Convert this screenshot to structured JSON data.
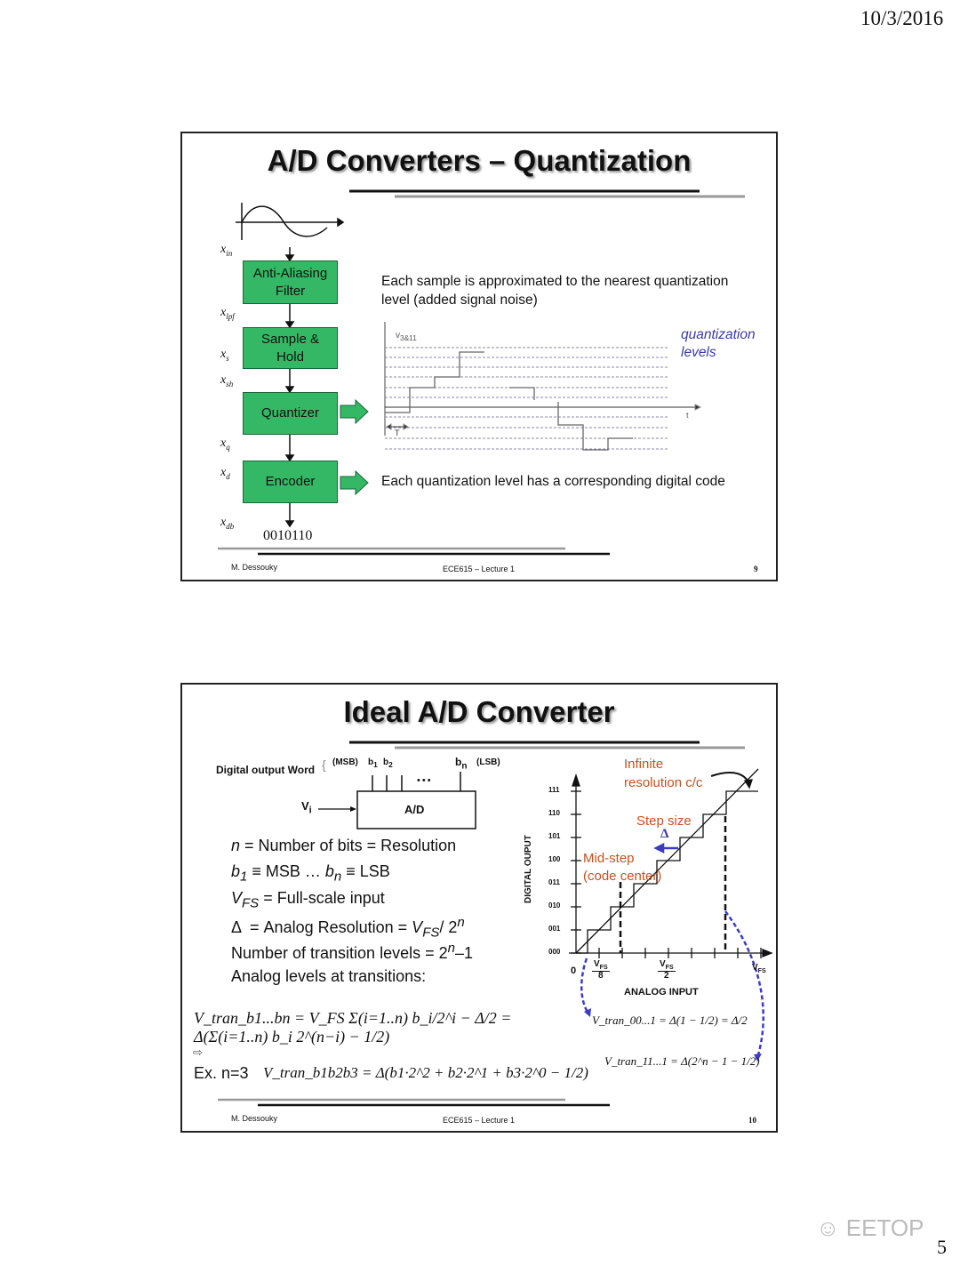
{
  "page": {
    "date": "10/3/2016",
    "page_number": "5",
    "watermark": "EETOP"
  },
  "slide1": {
    "title": "A/D Converters – Quantization",
    "blocks": [
      "Anti-Aliasing Filter",
      "Sample & Hold",
      "Quantizer",
      "Encoder"
    ],
    "signals": {
      "in": "in",
      "lpf": "lpf",
      "s": "s",
      "sh": "sh",
      "q": "q",
      "d": "d",
      "db": "db",
      "var": "x"
    },
    "text1_line1": "Each sample is approximated to the nearest quantization",
    "text1_line2": "level (added signal noise)",
    "graph_ylabel": "v",
    "graph_ylabel_sub": "3&11",
    "graph_xlabel": "t",
    "graph_period": "T",
    "quant_levels_line1": "quantization",
    "quant_levels_line2": "levels",
    "text2": "Each quantization level has a corresponding digital code",
    "output_code": "0010110",
    "footer_author": "M. Dessouky",
    "footer_course": "ECE615 – Lecture 1",
    "footer_page": "9"
  },
  "slide2": {
    "title": "Ideal A/D Converter",
    "digital_output_word": "Digital output Word",
    "msb": "(MSB)",
    "lsb": "(LSB)",
    "b1": "b",
    "b2": "b",
    "bn": "b",
    "dots": "•••",
    "vi": "V",
    "ad": "A/D",
    "defs": [
      {
        "sym": "n",
        "rest": " = Number of bits = Resolution"
      },
      {
        "sym": "b",
        "sub": "1",
        "rest": " ≡ MSB … ",
        "sym2": "b",
        "sub2": "n",
        "rest2": " ≡ LSB"
      },
      {
        "sym": "V",
        "sub": "FS",
        "rest": " = Full-scale input"
      },
      {
        "sym": "Δ",
        "rest": "  = Analog Resolution = ",
        "sym2": "V",
        "sub2": "FS",
        "rest2": "/ 2",
        "sup2": "n"
      },
      {
        "rest": "Number of transition levels = 2",
        "sup": "n",
        "rest2": "–1"
      },
      {
        "rest": "Analog levels at transitions:"
      }
    ],
    "formula_general": "V_tran_b1...bn = V_FS Σ(i=1..n) b_i/2^i − Δ/2 = Δ(Σ(i=1..n) b_i 2^(n−i) − 1/2)",
    "example_label": "Ex. n=3",
    "formula_example": "V_tran_b1b2b3 = Δ(b1·2^2 + b2·2^1 + b3·2^0 − 1/2)",
    "chart": {
      "y_axis_label": "DIGITAL OUPUT",
      "x_axis_label": "ANALOG INPUT",
      "y_ticks": [
        "111",
        "110",
        "101",
        "100",
        "011",
        "010",
        "001",
        "000"
      ],
      "x_labels": {
        "zero": "0",
        "vfs8_num": "V",
        "vfs8_den": "8",
        "vfs2_num": "V",
        "vfs2_den": "2",
        "vfs": "V",
        "fs": "FS"
      },
      "infinite_line1": "Infinite",
      "infinite_line2": "resolution c/c",
      "step_size": "Step size",
      "delta": "Δ",
      "midstep_line1": "Mid-step",
      "midstep_line2": "(code center)",
      "formula_first": "V_tran_00...1 = Δ(1 − 1/2) = Δ/2",
      "formula_last": "V_tran_11...1 = Δ(2^n − 1 − 1/2)"
    },
    "footer_author": "M. Dessouky",
    "footer_course": "ECE615 – Lecture 1",
    "footer_page": "10"
  },
  "colors": {
    "block_green": "#35b865",
    "label_orange": "#c8501e",
    "label_blue": "#3a3aa8",
    "arrow_blue": "#3b3bc8"
  }
}
